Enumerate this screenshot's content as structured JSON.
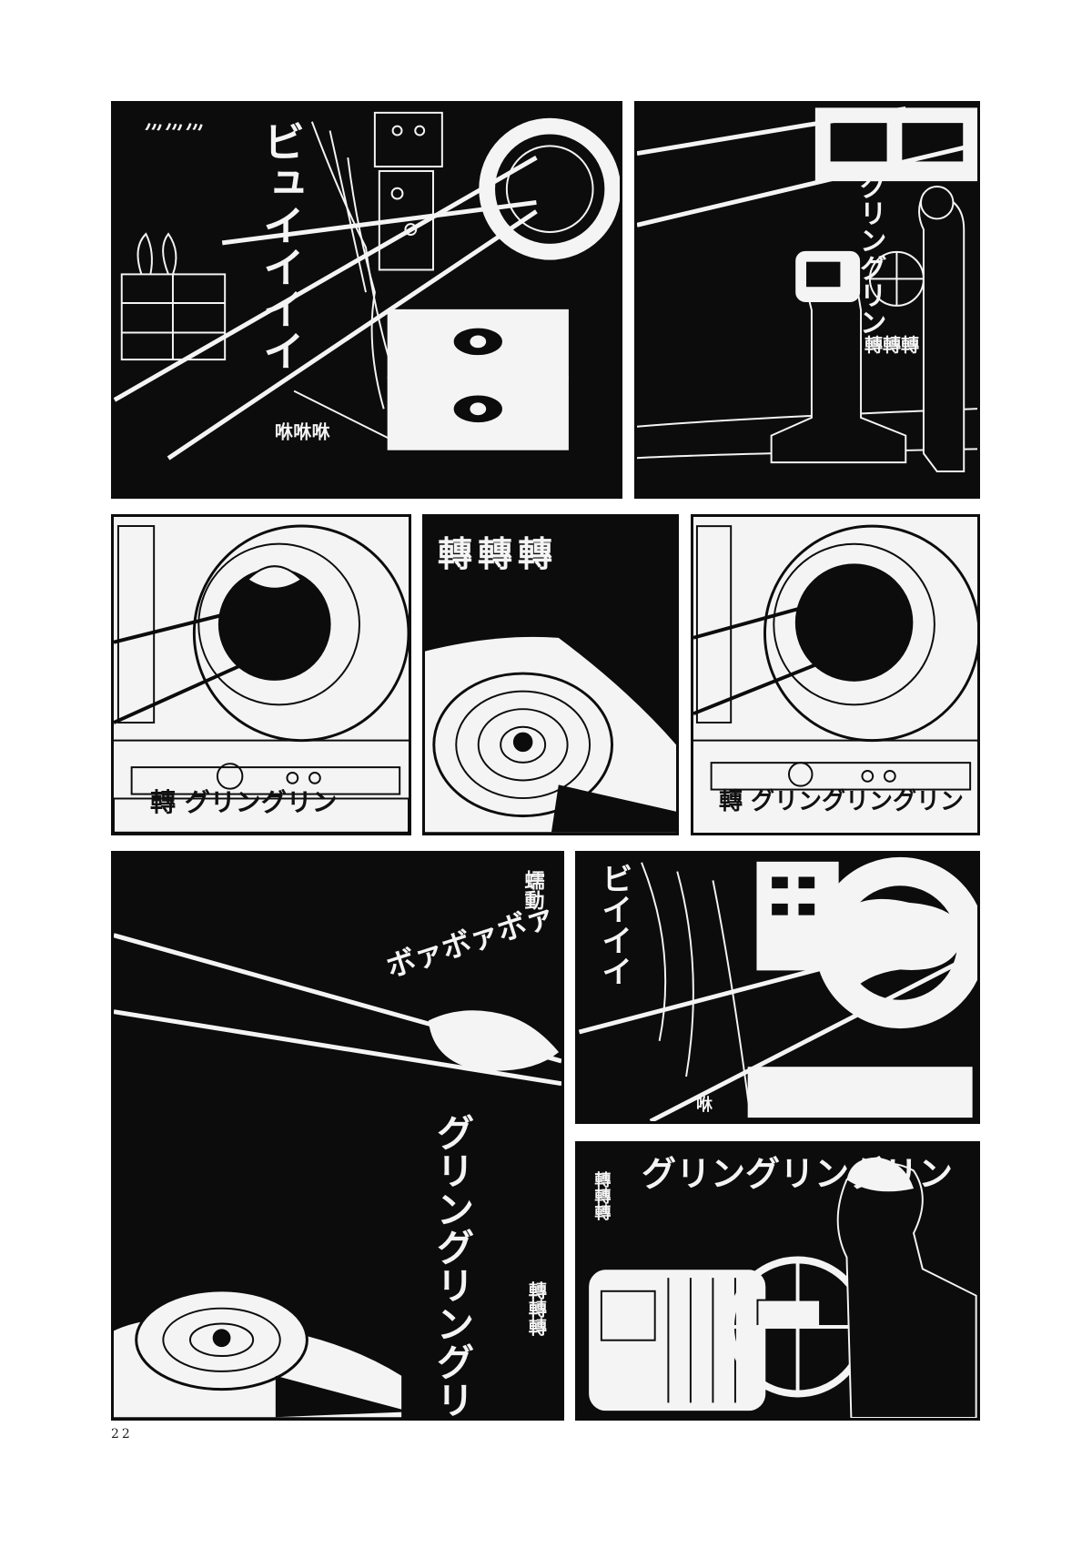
{
  "page_number": "22",
  "panels": [
    {
      "sfx": [
        "ビュイイイイ",
        "ﾐ\nﾐ\nﾐ",
        "咻\n咻\n咻"
      ]
    },
    {
      "sfx": [
        "グリングリン",
        "轉轉轉"
      ]
    },
    {
      "sfx": [
        "轉 グリングリン"
      ]
    },
    {
      "sfx": [
        "轉轉轉"
      ]
    },
    {
      "sfx": [
        "轉 グリングリングリン"
      ]
    },
    {
      "sfx": [
        "蠕動",
        "ボァボァボァ",
        "グリングリングリン",
        "轉轉轉"
      ]
    },
    {
      "sfx": [
        "ビイイイ",
        "咻"
      ]
    },
    {
      "sfx": [
        "グリングリングリン",
        "轉轉轉"
      ]
    }
  ],
  "colors": {
    "ink": "#0c0c0c",
    "paper": "#ffffff",
    "line": "#f4f4f4"
  }
}
